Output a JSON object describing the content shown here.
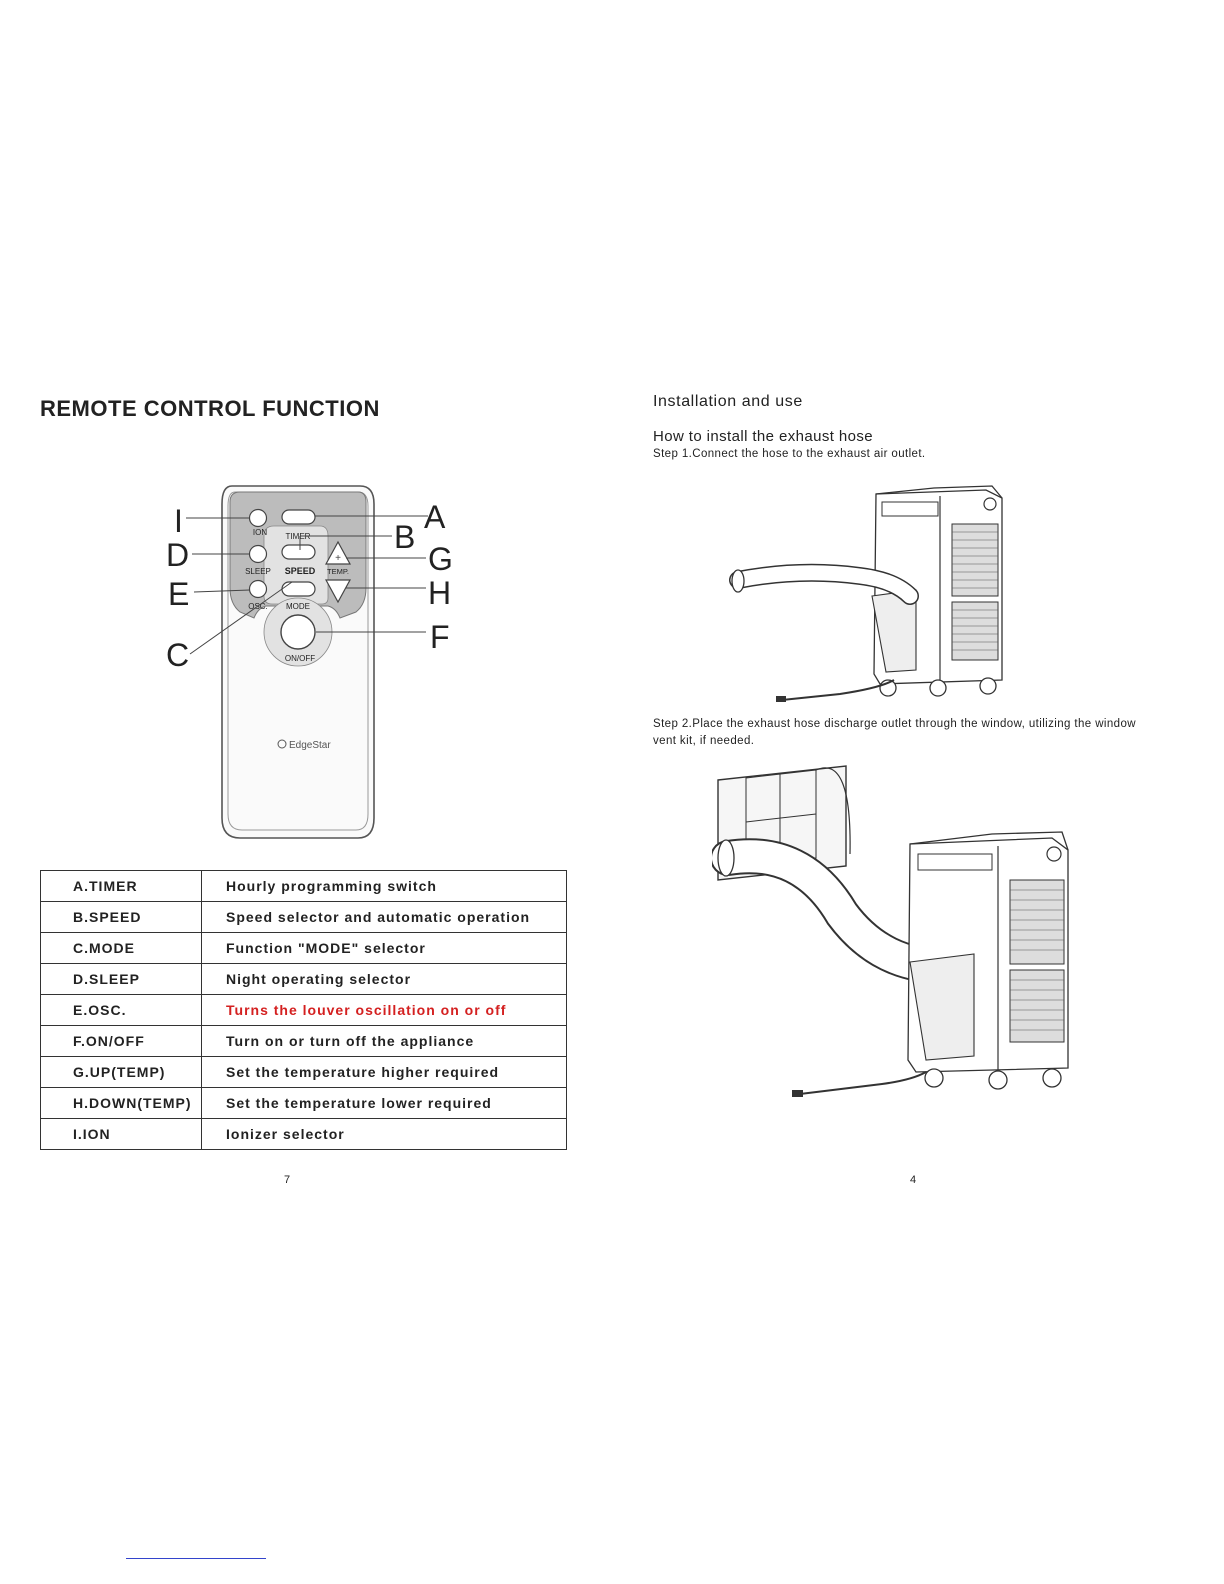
{
  "left_page": {
    "title": "REMOTE CONTROL FUNCTION",
    "page_number": "7",
    "remote": {
      "buttons": {
        "ion": "ION",
        "timer": "TIMER",
        "sleep": "SLEEP",
        "speed": "SPEED",
        "temp": "TEMP.",
        "osc": "OSC.",
        "mode": "MODE",
        "onoff": "ON/OFF"
      },
      "brand": "EdgeStar",
      "callouts": {
        "a": "A",
        "b": "B",
        "c": "C",
        "d": "D",
        "e": "E",
        "f": "F",
        "g": "G",
        "h": "H",
        "i": "I"
      }
    },
    "functions": [
      {
        "key": "A.TIMER",
        "desc": "Hourly programming switch"
      },
      {
        "key": "B.SPEED",
        "desc": "Speed selector and automatic operation"
      },
      {
        "key": "C.MODE",
        "desc": "Function \"MODE\" selector"
      },
      {
        "key": "D.SLEEP",
        "desc": "Night operating selector"
      },
      {
        "key": "E.OSC.",
        "desc": "Turns the louver oscillation on or off"
      },
      {
        "key": "F.ON/OFF",
        "desc": "Turn on or turn off the appliance"
      },
      {
        "key": "G.UP(TEMP)",
        "desc": "Set the temperature higher required"
      },
      {
        "key": "H.DOWN(TEMP)",
        "desc": "Set the temperature lower required"
      },
      {
        "key": "I.ION",
        "desc": "Ionizer selector"
      }
    ],
    "highlight_color": "#d42020"
  },
  "right_page": {
    "title": "Installation and use",
    "subtitle": "How to install the exhaust hose",
    "step1": "Step 1.Connect the hose to the exhaust air outlet.",
    "step2": "Step 2.Place the exhaust hose discharge outlet through the window, utilizing the window vent kit, if needed.",
    "page_number": "4"
  }
}
